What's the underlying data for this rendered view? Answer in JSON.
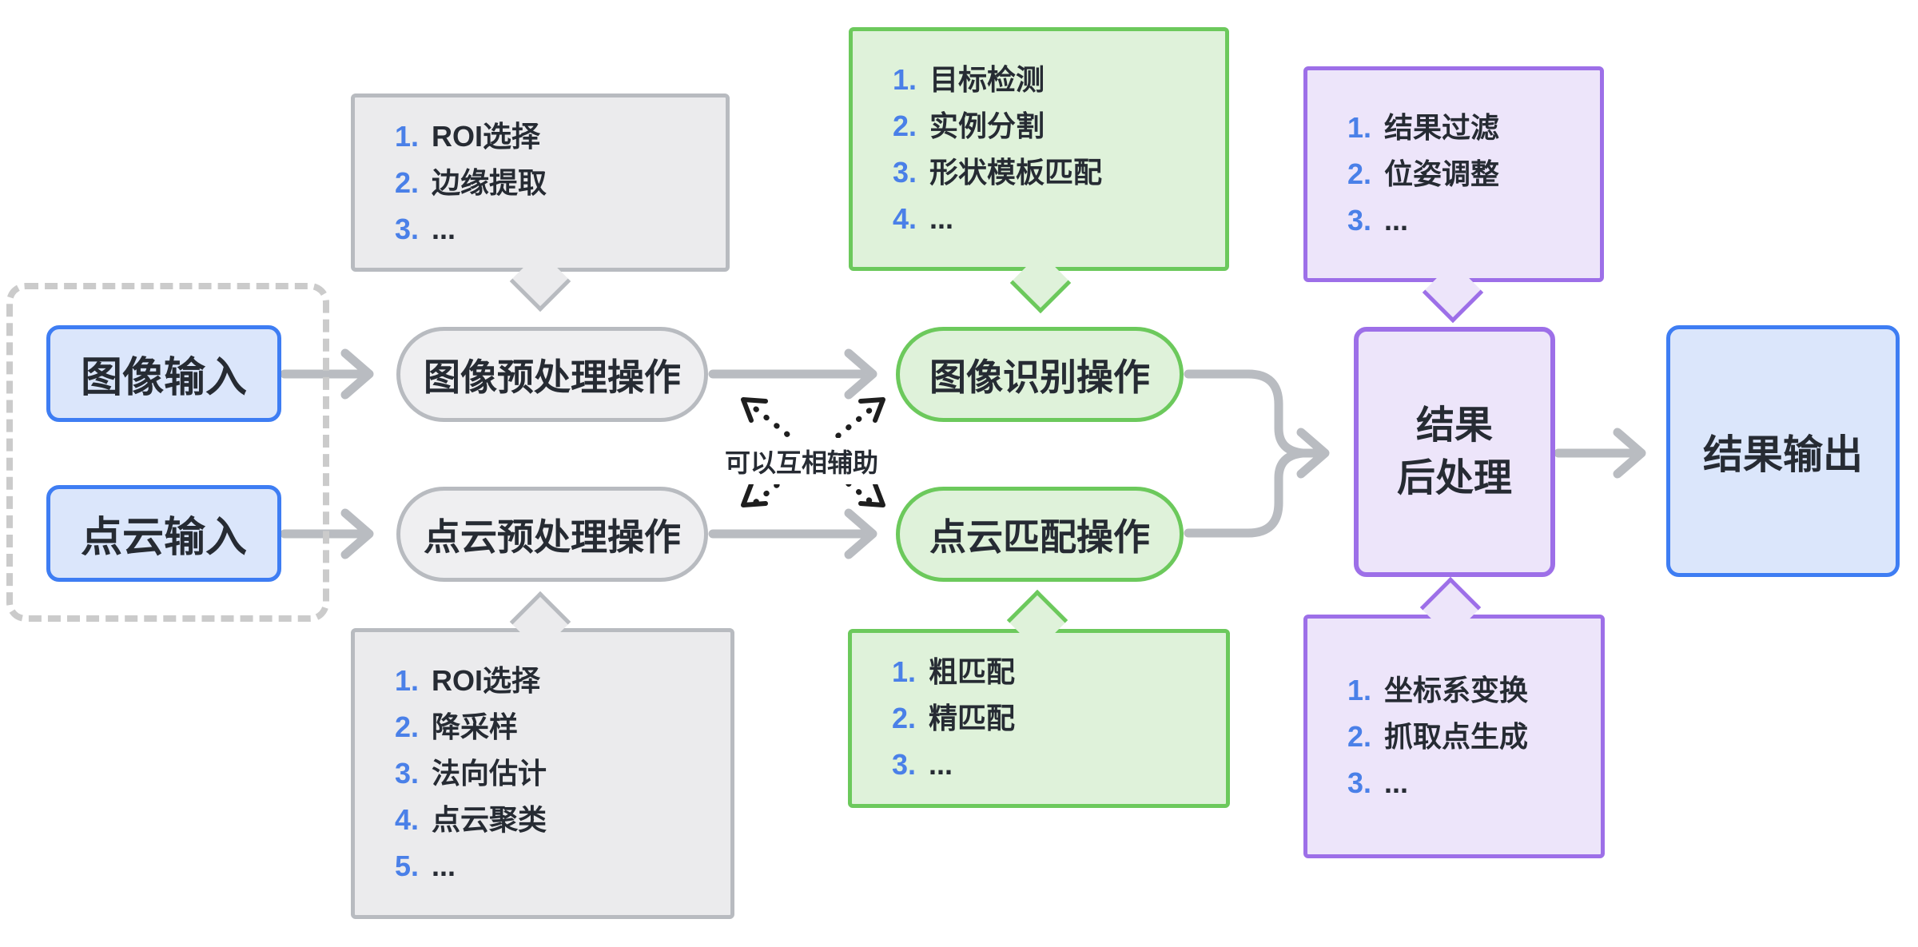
{
  "nodes": {
    "image_input": "图像输入",
    "pointcloud_input": "点云输入",
    "image_preprocess": "图像预处理操作",
    "pointcloud_preprocess": "点云预处理操作",
    "image_recognition": "图像识别操作",
    "pointcloud_matching": "点云匹配操作",
    "postprocess_lines": [
      "结果",
      "后处理"
    ],
    "result_output": "结果输出"
  },
  "note": "可以互相辅助",
  "callouts": {
    "image_preprocess_items": [
      "ROI选择",
      "边缘提取",
      "..."
    ],
    "pointcloud_preprocess_items": [
      "ROI选择",
      "降采样",
      "法向估计",
      "点云聚类",
      "..."
    ],
    "image_recognition_items": [
      "目标检测",
      "实例分割",
      "形状模板匹配",
      "..."
    ],
    "pointcloud_matching_items": [
      "粗匹配",
      "精匹配",
      "..."
    ],
    "postprocess_top_items": [
      "结果过滤",
      "位姿调整",
      "..."
    ],
    "postprocess_bottom_items": [
      "坐标系变换",
      "抓取点生成",
      "..."
    ]
  },
  "colors": {
    "blue_border": "#3E7DF3",
    "blue_fill": "#DBE6FB",
    "gray_border": "#B8BBC0",
    "gray_fill": "#EBEBED",
    "gray_pill_fill": "#EFEFF1",
    "green_border": "#6CC95C",
    "green_fill": "#DFF2DA",
    "purple_border": "#9D6FE8",
    "purple_fill": "#EDE5FA",
    "arrow_gray": "#B9BCC1",
    "dotted_arrow_black": "#1E1E1E",
    "list_number_blue": "#4A80E8",
    "text_dark": "#262B33",
    "dashed_border": "#CBCBCB"
  }
}
